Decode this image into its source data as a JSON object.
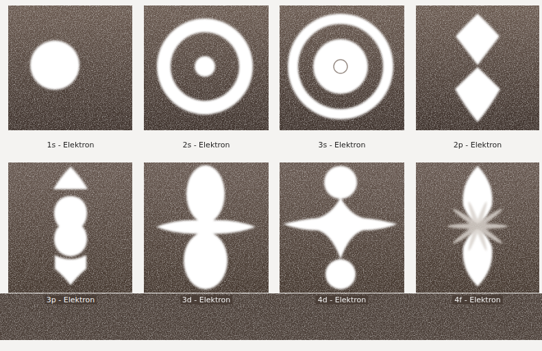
{
  "diagram": {
    "labels": [
      "1s - Elektron",
      "2s - Elektron",
      "3s - Elektron",
      "2p - Elektron",
      "3p - Elektron",
      "3d - Elektron",
      "4d - Elektron",
      "4f - Elektron"
    ]
  }
}
